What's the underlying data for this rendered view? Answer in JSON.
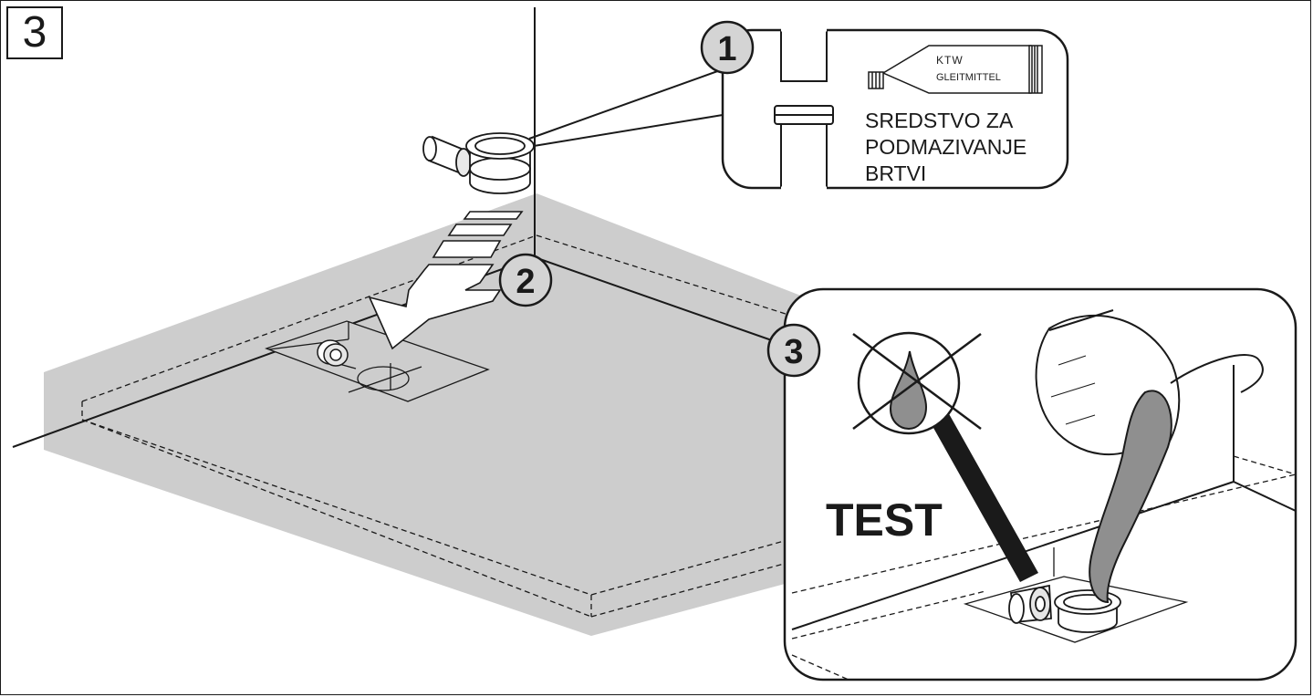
{
  "step_number": "3",
  "markers": [
    "1",
    "2",
    "3"
  ],
  "lubricant_tube": {
    "brand": "KTW",
    "product": "GLEITMITTEL"
  },
  "lubricant_label_lines": [
    "SREDSTVO ZA",
    "PODMAZIVANJE",
    "BRTVI"
  ],
  "test_label": "TEST",
  "colors": {
    "tray_fill": "#cdcdcd",
    "water_fill": "#8f8f8f",
    "line": "#1a1a1a"
  }
}
